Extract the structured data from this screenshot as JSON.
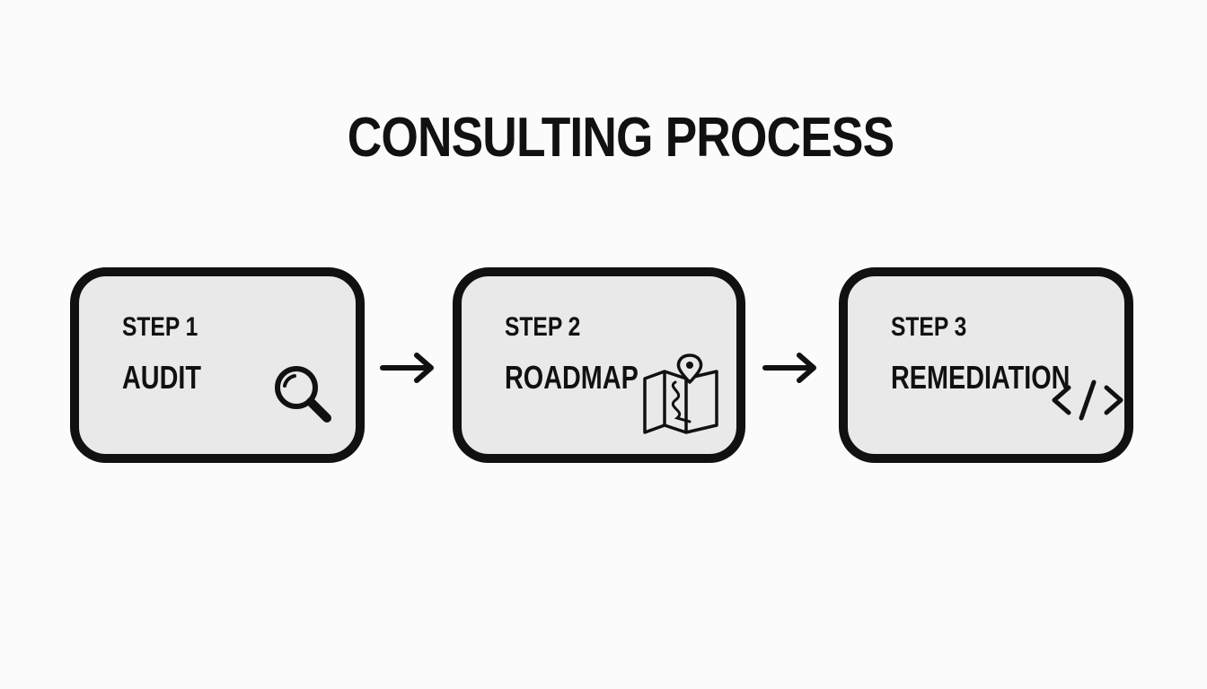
{
  "title": "CONSULTING PROCESS",
  "steps": [
    {
      "label": "STEP 1",
      "name": "AUDIT",
      "icon": "magnifying-glass-icon"
    },
    {
      "label": "STEP 2",
      "name": "ROADMAP",
      "icon": "map-pin-icon"
    },
    {
      "label": "STEP 3",
      "name": "REMEDIATION",
      "icon": "code-brackets-icon"
    }
  ],
  "connectors": [
    "arrow-right-icon",
    "arrow-right-icon"
  ],
  "colors": {
    "background": "#fbfbfb",
    "card_fill": "#e9e9e9",
    "stroke": "#111111"
  }
}
